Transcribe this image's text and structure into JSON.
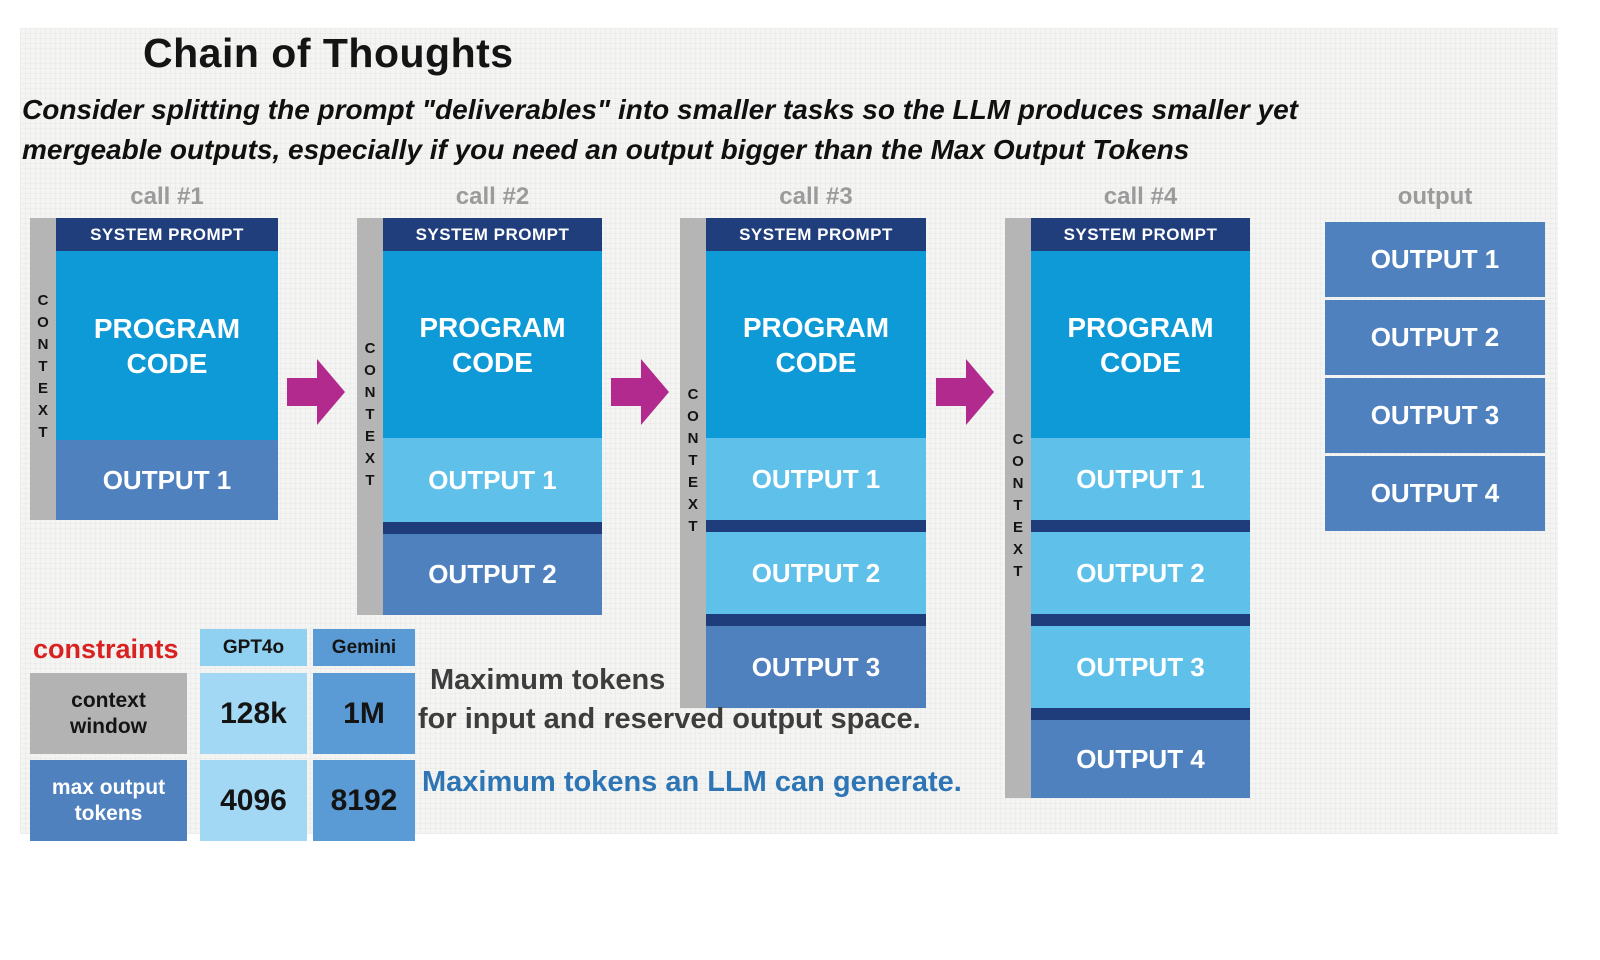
{
  "title": "Chain of Thoughts",
  "subtitle_line1": "Consider splitting the prompt \"deliverables\" into smaller tasks so the LLM produces smaller yet",
  "subtitle_line2": "mergeable outputs, especially if you need an output bigger than the Max Output Tokens",
  "calls": [
    {
      "label": "call #1",
      "context": "CONTEXT",
      "system_prompt": "SYSTEM PROMPT",
      "program_code": "PROGRAM CODE",
      "outputs": [
        {
          "label": "OUTPUT 1",
          "state": "current"
        }
      ]
    },
    {
      "label": "call #2",
      "context": "CONTEXT",
      "system_prompt": "SYSTEM PROMPT",
      "program_code": "PROGRAM CODE",
      "outputs": [
        {
          "label": "OUTPUT 1",
          "state": "context"
        },
        {
          "label": "OUTPUT 2",
          "state": "current"
        }
      ]
    },
    {
      "label": "call #3",
      "context": "CONTEXT",
      "system_prompt": "SYSTEM PROMPT",
      "program_code": "PROGRAM CODE",
      "outputs": [
        {
          "label": "OUTPUT 1",
          "state": "context"
        },
        {
          "label": "OUTPUT 2",
          "state": "context"
        },
        {
          "label": "OUTPUT 3",
          "state": "current"
        }
      ]
    },
    {
      "label": "call #4",
      "context": "CONTEXT",
      "system_prompt": "SYSTEM PROMPT",
      "program_code": "PROGRAM CODE",
      "outputs": [
        {
          "label": "OUTPUT 1",
          "state": "context"
        },
        {
          "label": "OUTPUT 2",
          "state": "context"
        },
        {
          "label": "OUTPUT 3",
          "state": "context"
        },
        {
          "label": "OUTPUT 4",
          "state": "current"
        }
      ]
    }
  ],
  "output_column": {
    "label": "output",
    "items": [
      {
        "label": "OUTPUT 1"
      },
      {
        "label": "OUTPUT 2"
      },
      {
        "label": "OUTPUT 3"
      },
      {
        "label": "OUTPUT 4"
      }
    ]
  },
  "constraints": {
    "title": "constraints",
    "columns": [
      {
        "label": "GPT4o"
      },
      {
        "label": "Gemini"
      }
    ],
    "rows": [
      {
        "label": "context window",
        "gpt4o": "128k",
        "gemini": "1M"
      },
      {
        "label": "max output tokens",
        "gpt4o": "4096",
        "gemini": "8192"
      }
    ]
  },
  "notes": {
    "context_window_line1": "Maximum tokens",
    "context_window_line2": "for input and reserved output space.",
    "max_output": "Maximum tokens an LLM can generate."
  },
  "colors": {
    "program_code_blue": "#0d9ad6",
    "output_context_light_blue": "#5fc0ea",
    "output_current_blue": "#4f81be",
    "system_prompt_navy": "#203d7c",
    "separator_navy": "#1f3d7a",
    "context_bar_gray": "#b5b5b5",
    "arrow_magenta": "#b32a8e",
    "constraints_red": "#d92121",
    "gemini_cell_blue": "#5b9bd5",
    "gpt4o_cell_blue": "#a2d8f4",
    "note_blue": "#2e75b6",
    "column_label_gray": "#9b9b9b"
  }
}
